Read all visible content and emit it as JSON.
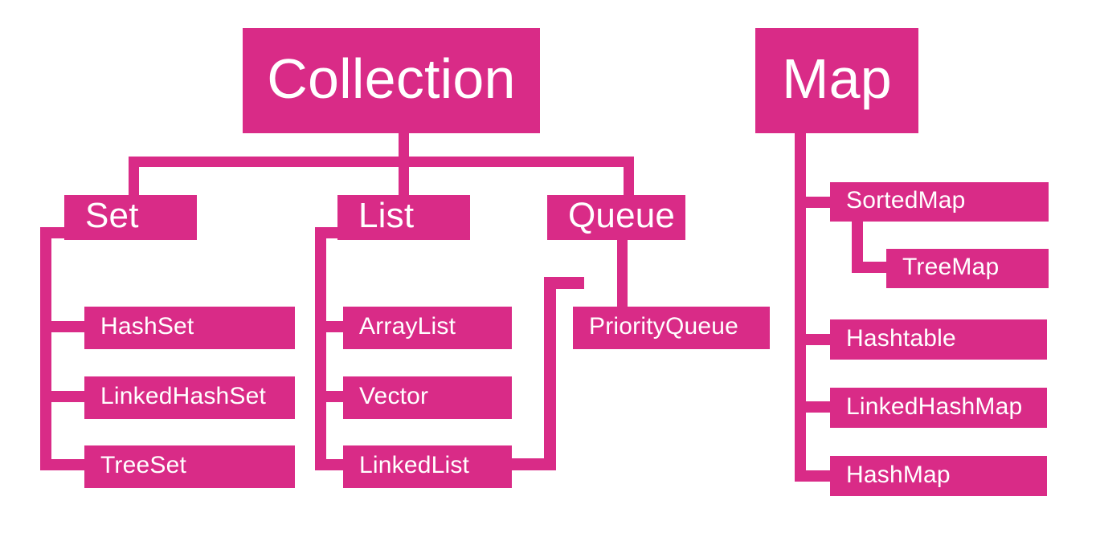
{
  "diagram": {
    "title": "Java Collections Framework Hierarchy",
    "type": "tree-hierarchy",
    "background_color": "#ffffff",
    "accent_color": "#d92b87",
    "text_color": "#ffffff"
  },
  "nodes": {
    "collection": "Collection",
    "map": "Map",
    "set": "Set",
    "list": "List",
    "queue": "Queue",
    "hashset": "HashSet",
    "linkedhashset": "LinkedHashSet",
    "treeset": "TreeSet",
    "arraylist": "ArrayList",
    "vector": "Vector",
    "linkedlist": "LinkedList",
    "priorityqueue": "PriorityQueue",
    "sortedmap": "SortedMap",
    "treemap": "TreeMap",
    "hashtable": "Hashtable",
    "linkedhashmap": "LinkedHashMap",
    "hashmap": "HashMap"
  },
  "hierarchy": {
    "roots": [
      "Collection",
      "Map"
    ],
    "edges": [
      {
        "from": "Collection",
        "to": "Set"
      },
      {
        "from": "Collection",
        "to": "List"
      },
      {
        "from": "Collection",
        "to": "Queue"
      },
      {
        "from": "Set",
        "to": "HashSet"
      },
      {
        "from": "Set",
        "to": "LinkedHashSet"
      },
      {
        "from": "Set",
        "to": "TreeSet"
      },
      {
        "from": "List",
        "to": "ArrayList"
      },
      {
        "from": "List",
        "to": "Vector"
      },
      {
        "from": "List",
        "to": "LinkedList"
      },
      {
        "from": "Queue",
        "to": "PriorityQueue"
      },
      {
        "from": "LinkedList",
        "to": "PriorityQueue"
      },
      {
        "from": "Map",
        "to": "SortedMap"
      },
      {
        "from": "SortedMap",
        "to": "TreeMap"
      },
      {
        "from": "Map",
        "to": "Hashtable"
      },
      {
        "from": "Map",
        "to": "LinkedHashMap"
      },
      {
        "from": "Map",
        "to": "HashMap"
      }
    ]
  }
}
